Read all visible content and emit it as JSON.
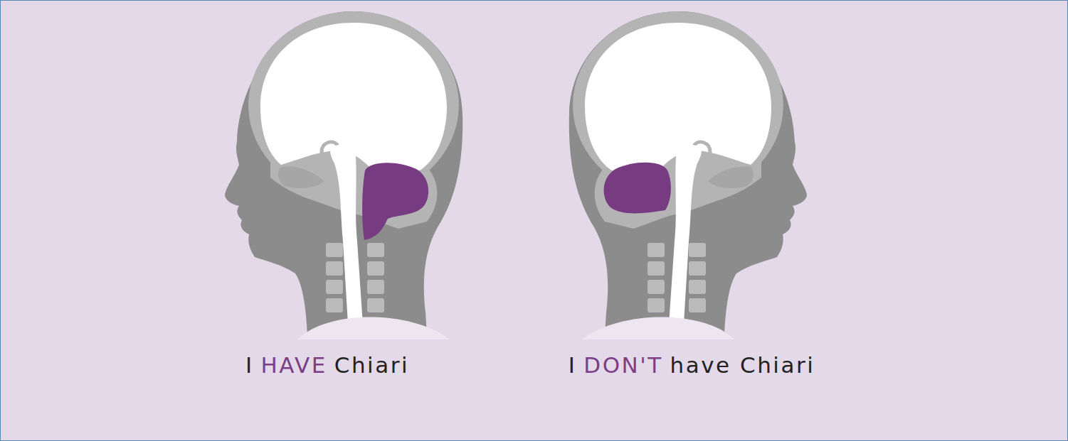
{
  "diagram": {
    "labels": [
      "I",
      "HAVE",
      "Chiari",
      "I",
      "DON'T",
      "have Chiari"
    ]
  }
}
